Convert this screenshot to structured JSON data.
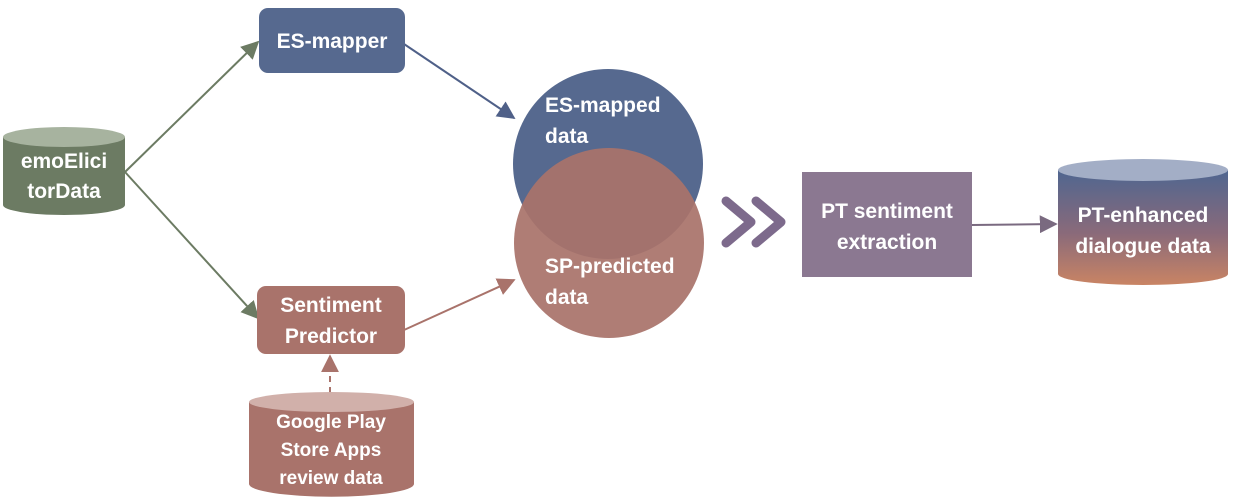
{
  "nodes": {
    "source": {
      "line1": "emoElici",
      "line2": "torData"
    },
    "es_mapper": {
      "label": "ES-mapper"
    },
    "sentiment_predictor": {
      "line1": "Sentiment",
      "line2": "Predictor"
    },
    "google_play": {
      "line1": "Google Play",
      "line2": "Store Apps",
      "line3": "review data"
    },
    "es_mapped": {
      "line1": "ES-mapped",
      "line2": "data"
    },
    "sp_predicted": {
      "line1": "SP-predicted",
      "line2": "data"
    },
    "pt_extraction": {
      "line1": "PT sentiment",
      "line2": "extraction"
    },
    "pt_enhanced": {
      "line1": "PT-enhanced",
      "line2": "dialogue data"
    }
  },
  "colors": {
    "source_green": "#6c7b63",
    "mapper_blue": "#56698f",
    "predictor_brown": "#a9736b",
    "extraction_purple": "#8b7891",
    "chevron_purple": "#7d6a8c"
  }
}
